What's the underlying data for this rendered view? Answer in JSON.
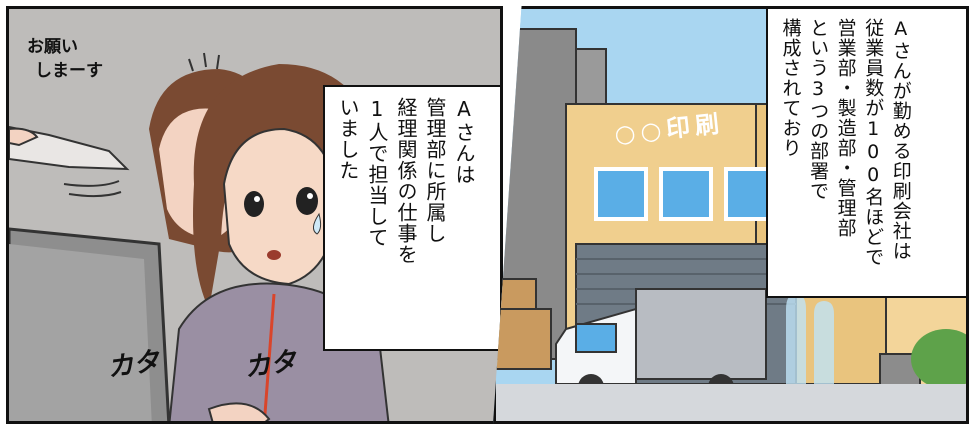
{
  "left_panel": {
    "handwritten_note_line1": "お願い",
    "handwritten_note_line2": "しまーす",
    "sfx_left": "カタ",
    "sfx_right": "カタ",
    "caption": "Aさんは\n管理部に所属し\n経理関係の仕事を\n1人で担当して\nいました"
  },
  "right_panel": {
    "building_sign": "○○印刷",
    "caption": "Aさんが勤める印刷会社は\n従業員数が100名ほどで\n営業部・製造部・管理部\nという3つの部署で\n構成されており"
  }
}
